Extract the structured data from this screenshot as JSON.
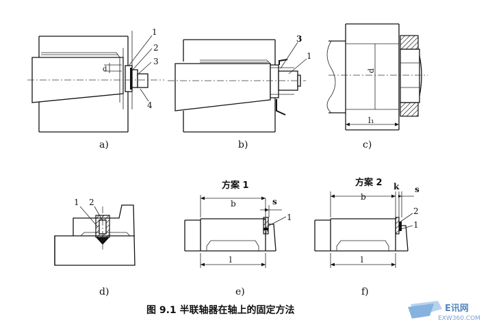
{
  "panels": {
    "a": {
      "caption": "a)",
      "labels": [
        "1",
        "2",
        "3",
        "4",
        "d"
      ]
    },
    "b": {
      "caption": "b)",
      "labels": [
        "3",
        "1"
      ]
    },
    "c": {
      "caption": "c)",
      "labels": [
        "d",
        "l₁"
      ]
    },
    "d": {
      "caption": "d)",
      "labels": [
        "1",
        "2"
      ]
    },
    "e": {
      "caption": "e)",
      "title": "方案 1",
      "labels": [
        "b",
        "s",
        "1",
        "l"
      ]
    },
    "f": {
      "caption": "f)",
      "title": "方案 2",
      "labels": [
        "b",
        "k",
        "s",
        "2",
        "1",
        "l"
      ]
    }
  },
  "figure_caption": "图 9.1   半联轴器在轴上的固定方法",
  "watermark": {
    "brand": "E讯网",
    "url": "EXW360.COM"
  }
}
